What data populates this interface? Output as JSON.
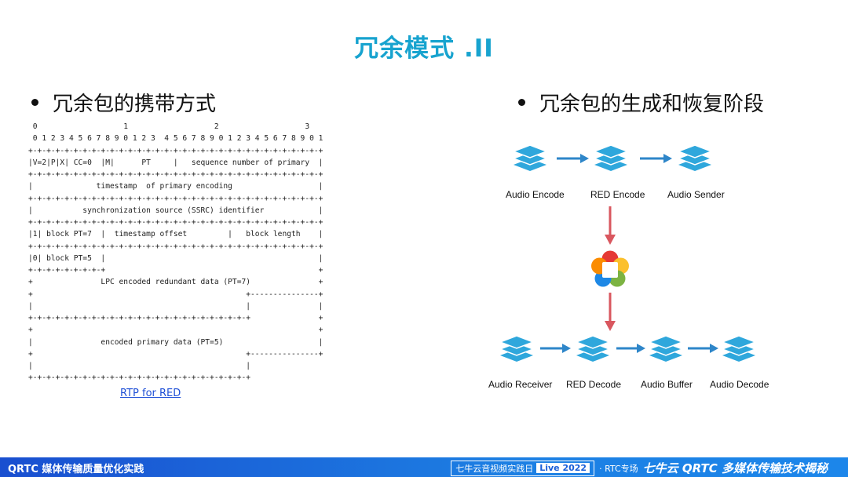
{
  "title": "冗余模式 .II",
  "left_heading": "冗余包的携带方式",
  "right_heading": "冗余包的生成和恢复阶段",
  "packet_format": [
    " 0                   1                   2                   3",
    " 0 1 2 3 4 5 6 7 8 9 0 1 2 3  4 5 6 7 8 9 0 1 2 3 4 5 6 7 8 9 0 1",
    "+-+-+-+-+-+-+-+-+-+-+-+-+-+-+-+-+-+-+-+-+-+-+-+-+-+-+-+-+-+-+-+-+",
    "|V=2|P|X| CC=0  |M|      PT     |   sequence number of primary  |",
    "+-+-+-+-+-+-+-+-+-+-+-+-+-+-+-+-+-+-+-+-+-+-+-+-+-+-+-+-+-+-+-+-+",
    "|              timestamp  of primary encoding                   |",
    "+-+-+-+-+-+-+-+-+-+-+-+-+-+-+-+-+-+-+-+-+-+-+-+-+-+-+-+-+-+-+-+-+",
    "|           synchronization source (SSRC) identifier            |",
    "+-+-+-+-+-+-+-+-+-+-+-+-+-+-+-+-+-+-+-+-+-+-+-+-+-+-+-+-+-+-+-+-+",
    "|1| block PT=7  |  timestamp offset         |   block length    |",
    "+-+-+-+-+-+-+-+-+-+-+-+-+-+-+-+-+-+-+-+-+-+-+-+-+-+-+-+-+-+-+-+-+",
    "|0| block PT=5  |                                               |",
    "+-+-+-+-+-+-+-+-+                                               +",
    "+               LPC encoded redundant data (PT=7)               +",
    "+                                               +---------------+",
    "|                                               |               |",
    "+-+-+-+-+-+-+-+-+-+-+-+-+-+-+-+-+-+-+-+-+-+-+-+-+               +",
    "+                                                               +",
    "|               encoded primary data (PT=5)                     |",
    "+                                               +---------------+",
    "|                                               |",
    "+-+-+-+-+-+-+-+-+-+-+-+-+-+-+-+-+-+-+-+-+-+-+-+-+"
  ],
  "rtp_link": "RTP for RED",
  "diagram": {
    "top_nodes": [
      "Audio Encode",
      "RED Encode",
      "Audio Sender"
    ],
    "bottom_nodes": [
      "Audio Receiver",
      "RED Decode",
      "Audio Buffer",
      "Audio Decode"
    ]
  },
  "footer": {
    "left": "QRTC 媒体传输质量优化实践",
    "event": "七牛云音视频实践日",
    "live": "Live 2022",
    "session": "· RTC专场",
    "brand": "七牛云 QRTC 多媒体传输技术揭秘"
  },
  "colors": {
    "title": "#17a3cf",
    "stack": "#2fa7dc",
    "flow_arrow": "#2e86c9",
    "down_arrow": "#d9575f",
    "footer": "#1a5fd8"
  }
}
